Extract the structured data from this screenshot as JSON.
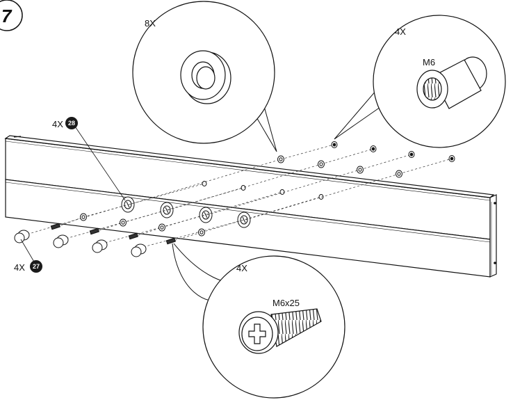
{
  "step_number": "7",
  "callouts": {
    "washer": {
      "qty": "8X"
    },
    "nut": {
      "qty": "4X",
      "label": "M6"
    },
    "bolt": {
      "qty": "4X",
      "label": "M6x25"
    }
  },
  "parts": {
    "part_28": {
      "qty": "4X",
      "number": "28"
    },
    "part_27": {
      "qty": "4X",
      "number": "27"
    }
  },
  "colors": {
    "ink": "#111111",
    "badge": "#1a1a1a",
    "paper": "#ffffff"
  }
}
